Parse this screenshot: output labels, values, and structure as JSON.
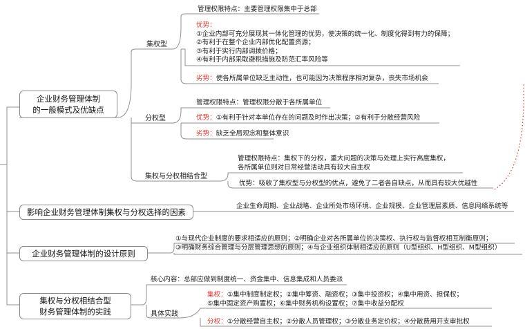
{
  "colors": {
    "line": "#8f8f8f",
    "accent_red": "#e0352b",
    "dotted_red": "#e0352b"
  },
  "topics": {
    "t1": {
      "line1": "企业财务管理体制",
      "line2": "的一般模式及优缺点"
    },
    "t2": "影响企业财务管理体制集权与分权选择的因素",
    "t3": "企业财务管理体制的设计原则",
    "t4": {
      "line1": "集权与分权相结合型",
      "line2": "财务管理体制的实践"
    }
  },
  "t1": {
    "centralized": {
      "label": "集权型",
      "feature": "管理权限特点：主要管理权限集中于总部",
      "adv_title": "优势：",
      "adv": [
        "①企业内部可充分展现其一体化管理的优势，使决策的统一化、制度化得到有力的保障；",
        "②有利于在整个企业内部优化配置资源；",
        "③有利于实行内部调拨价格；",
        "④有利于内部采取避税措施及防范汇率风险等"
      ],
      "dis_title": "劣势：",
      "dis": "使各所属单位缺乏主动性，也可能因为决策程序相对复杂，丧失市场机会"
    },
    "decentralized": {
      "label": "分权型",
      "feature": "管理权限特点：管理权限分散于各所属单位",
      "adv_title": "优势：",
      "adv": "①有利于针对本单位存在的问题及时作出决策；②有利于分散经营风险",
      "dis_title": "劣势：",
      "dis": "缺乏全局观念和整体意识"
    },
    "combined": {
      "label": "集权与分权相结合型",
      "feature1": "管理权限特点：集权下的分权，重大问题的决策与处理上实行高度集权，",
      "feature2": "各所属单位则对日常经营活动具有较大自主权",
      "adv": "优势：吸收了集权型与分权型的优点，避免了二者各自缺点，从而具有较大优越性"
    }
  },
  "t2_detail": "企业生命周期、企业战略、企业所处市场环境、企业规模、企业管理层素质、信息网络系统等",
  "t3_detail": {
    "line1": "①与现代企业制度的要求相适应的原则；②明确企业对各所属单位的决策权、执行权与监督权相互制衡原则；",
    "line2": "③明确财务综合管理与分层管理思想的原则；④与企业组织体制相适应的原则（U型组织、H型组织、M型组织）"
  },
  "t4_detail": {
    "core": "核心内容：总部应做到制度统一、资金集中、信息集成和人员委派",
    "practice_label": "具体实践",
    "central_title": "集权：",
    "central_1": "①集中制度制定权；②集中筹资、融资权；③集中投资权；④集中用资、担保权；",
    "central_2": "⑤集中固定资产购置权；⑥集中财务机构设置权；⑦集中收益分配权",
    "decentral_title": "分权：",
    "decentral": "①分散经营自主权；②分散人员管理权；③分散业务定价权；④分散费用开支审批权"
  }
}
